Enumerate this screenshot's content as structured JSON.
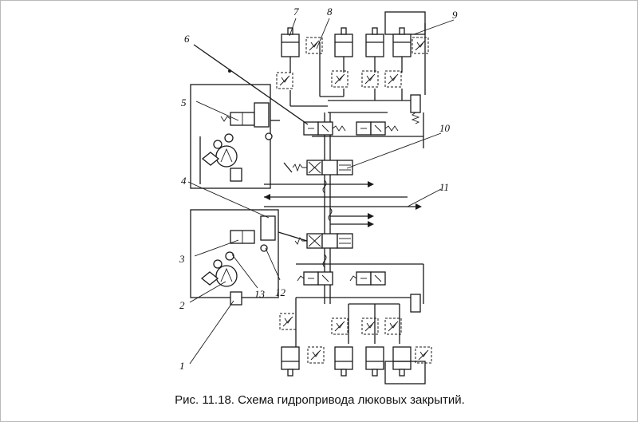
{
  "caption": "Рис. 11.18. Схема гидропривода люковых закрытий.",
  "callouts": [
    "1",
    "2",
    "3",
    "4",
    "5",
    "6",
    "7",
    "8",
    "9",
    "10",
    "11",
    "12",
    "13"
  ],
  "colors": {
    "ink": "#1a1a1a",
    "background": "#ffffff",
    "frame": "#b9b9b9"
  }
}
